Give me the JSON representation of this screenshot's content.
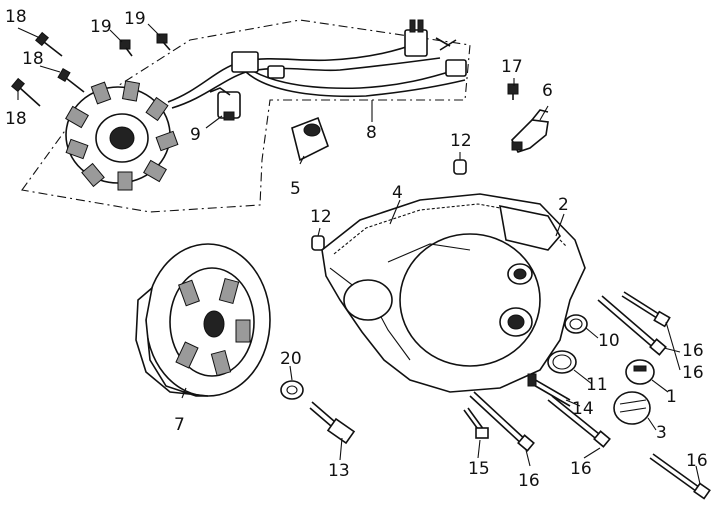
{
  "callouts": {
    "c18a": "18",
    "c18b": "18",
    "c18c": "18",
    "c19a": "19",
    "c19b": "19",
    "c9": "9",
    "c8": "8",
    "c17": "17",
    "c6": "6",
    "c5": "5",
    "c12a": "12",
    "c12b": "12",
    "c4": "4",
    "c2": "2",
    "c7": "7",
    "c10": "10",
    "c16a": "16",
    "c16b": "16",
    "c16c": "16",
    "c16d": "16",
    "c16e": "16",
    "c1": "1",
    "c11": "11",
    "c14": "14",
    "c3": "3",
    "c20": "20",
    "c13": "13",
    "c15": "15"
  },
  "colors": {
    "line": "#111111",
    "background": "#ffffff"
  }
}
